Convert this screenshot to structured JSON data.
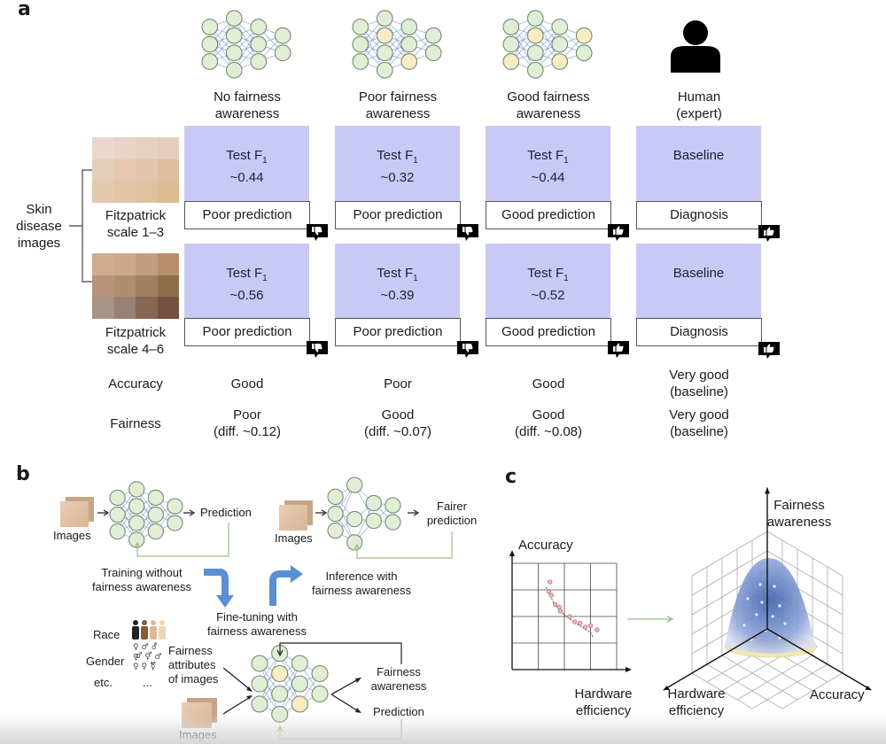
{
  "panel_a": {
    "letter": "a",
    "columns": [
      {
        "title_line1": "No fairness",
        "title_line2": "awareness",
        "icon": "neural-network-icon",
        "row1": {
          "metric_label": "Test F",
          "metric_sub": "1",
          "metric_value": "~0.44",
          "outcome": "Poor prediction",
          "feedback": "thumbs-down"
        },
        "row2": {
          "metric_label": "Test F",
          "metric_sub": "1",
          "metric_value": "~0.56",
          "outcome": "Poor prediction",
          "feedback": "thumbs-down"
        },
        "accuracy": "Good",
        "fairness_line1": "Poor",
        "fairness_line2": "(diff. ~0.12)"
      },
      {
        "title_line1": "Poor fairness",
        "title_line2": "awareness",
        "icon": "neural-network-icon",
        "row1": {
          "metric_label": "Test F",
          "metric_sub": "1",
          "metric_value": "~0.32",
          "outcome": "Poor prediction",
          "feedback": "thumbs-down"
        },
        "row2": {
          "metric_label": "Test F",
          "metric_sub": "1",
          "metric_value": "~0.39",
          "outcome": "Poor prediction",
          "feedback": "thumbs-down"
        },
        "accuracy": "Poor",
        "fairness_line1": "Good",
        "fairness_line2": "(diff. ~0.07)"
      },
      {
        "title_line1": "Good fairness",
        "title_line2": "awareness",
        "icon": "neural-network-icon",
        "row1": {
          "metric_label": "Test F",
          "metric_sub": "1",
          "metric_value": "~0.44",
          "outcome": "Good prediction",
          "feedback": "thumbs-up"
        },
        "row2": {
          "metric_label": "Test F",
          "metric_sub": "1",
          "metric_value": "~0.52",
          "outcome": "Good prediction",
          "feedback": "thumbs-up"
        },
        "accuracy": "Good",
        "fairness_line1": "Good",
        "fairness_line2": "(diff. ~0.08)"
      },
      {
        "title_line1": "Human",
        "title_line2": "(expert)",
        "icon": "person-icon",
        "row1": {
          "metric_label": "Baseline",
          "metric_sub": "",
          "metric_value": "",
          "outcome": "Diagnosis",
          "feedback": "thumbs-up"
        },
        "row2": {
          "metric_label": "Baseline",
          "metric_sub": "",
          "metric_value": "",
          "outcome": "Diagnosis",
          "feedback": "thumbs-up"
        },
        "accuracy_line1": "Very good",
        "accuracy_line2": "(baseline)",
        "fairness_line1": "Very good",
        "fairness_line2": "(baseline)"
      }
    ],
    "left_label_line1": "Skin",
    "left_label_line2": "disease",
    "left_label_line3": "images",
    "group1_line1": "Fitzpatrick",
    "group1_line2": "scale 1–3",
    "group2_line1": "Fitzpatrick",
    "group2_line2": "scale 4–6",
    "row_accuracy": "Accuracy",
    "row_fairness": "Fairness",
    "colors": {
      "metric_box": "#c9c9f5",
      "node_fill": "#dfeed5",
      "node_fair_fill": "#f8ecc4"
    }
  },
  "panel_b": {
    "letter": "b",
    "top_left": {
      "input": "Images",
      "output": "Prediction",
      "caption_line1": "Training without",
      "caption_line2": "fairness awareness"
    },
    "top_right": {
      "input": "Images",
      "output_line1": "Fairer",
      "output_line2": "prediction",
      "caption_line1": "Inference with",
      "caption_line2": "fairness awareness"
    },
    "middle_caption_line1": "Fine-tuning with",
    "middle_caption_line2": "fairness awareness",
    "attributes": {
      "race": "Race",
      "gender": "Gender",
      "etc": "etc.",
      "ellipsis": "...",
      "label_line1": "Fairness",
      "label_line2": "attributes",
      "label_line3": "of images"
    },
    "bottom": {
      "input": "Images",
      "output1_line1": "Fairness",
      "output1_line2": "awareness",
      "output2": "Prediction"
    }
  },
  "panel_c": {
    "letter": "c",
    "plot2d": {
      "y_label": "Accuracy",
      "x_label_line1": "Hardware",
      "x_label_line2": "efficiency"
    },
    "plot3d": {
      "z_label_line1": "Fairness",
      "z_label_line2": "awareness",
      "x_label_line1": "Hardware",
      "x_label_line2": "efficiency",
      "y_label": "Accuracy"
    }
  },
  "chart_data": {
    "type": "scatter",
    "title": "",
    "xlabel": "Hardware efficiency",
    "ylabel": "Accuracy",
    "xlim": [
      0,
      4
    ],
    "ylim": [
      0,
      4
    ],
    "grid": true,
    "points": [
      [
        1.45,
        3.3
      ],
      [
        1.4,
        2.95
      ],
      [
        1.5,
        2.8
      ],
      [
        1.65,
        2.45
      ],
      [
        1.8,
        2.35
      ],
      [
        1.85,
        2.2
      ],
      [
        2.2,
        2.0
      ],
      [
        2.4,
        1.8
      ],
      [
        2.6,
        1.75
      ],
      [
        2.8,
        1.6
      ],
      [
        3.0,
        1.65
      ],
      [
        3.25,
        1.5
      ]
    ],
    "trend": [
      [
        1.3,
        3.1
      ],
      [
        1.6,
        2.5
      ],
      [
        2.0,
        2.05
      ],
      [
        2.5,
        1.7
      ],
      [
        3.0,
        1.4
      ],
      [
        3.1,
        1.2
      ]
    ]
  }
}
